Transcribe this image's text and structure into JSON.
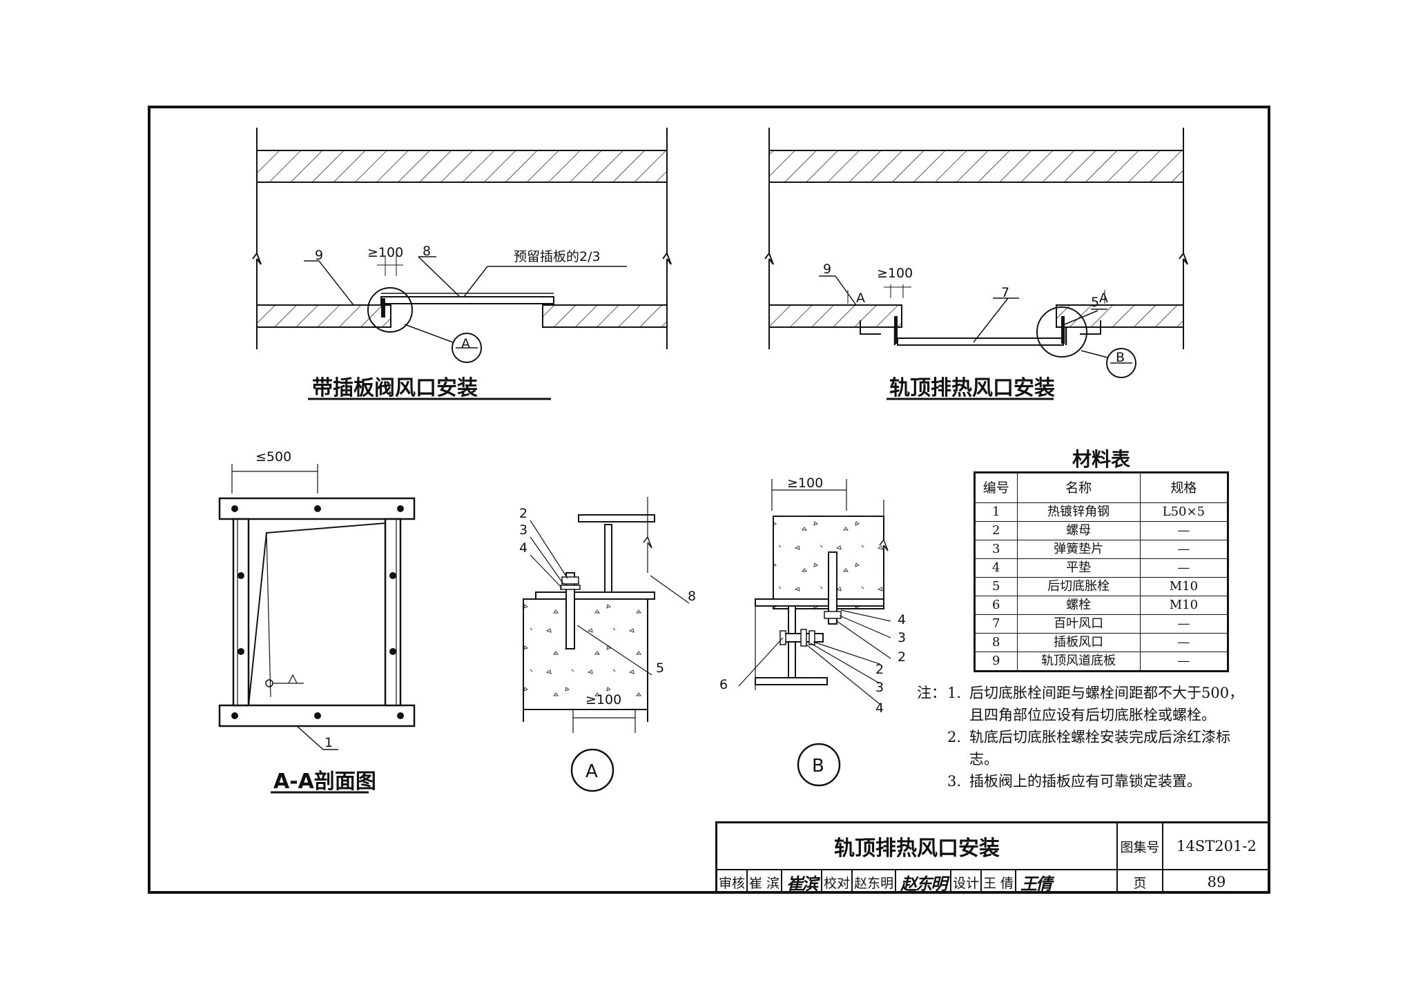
{
  "drawing": {
    "view1": {
      "title": "带插板阀风口安装",
      "dim": "≥100",
      "note": "预留插板的2/3",
      "callout": "A",
      "items": [
        "9",
        "8"
      ]
    },
    "view2": {
      "title": "轨顶排热风口安装",
      "dim": "≥100",
      "section_mark": "A",
      "callout": "B",
      "items": [
        "9",
        "7",
        "5"
      ]
    },
    "section": {
      "title": "A-A剖面图",
      "dim": "≤500",
      "item": "1"
    },
    "detailA": {
      "label": "A",
      "dim": "≥100",
      "items": [
        "2",
        "3",
        "4",
        "8",
        "5"
      ]
    },
    "detailB": {
      "label": "B",
      "dim": "≥100",
      "items": [
        "4",
        "3",
        "2",
        "6",
        "2",
        "3",
        "4"
      ]
    }
  },
  "materials": {
    "title": "材料表",
    "headers": [
      "编号",
      "名称",
      "规格"
    ],
    "rows": [
      [
        "1",
        "热镀锌角钢",
        "L50×5"
      ],
      [
        "2",
        "螺母",
        "—"
      ],
      [
        "3",
        "弹簧垫片",
        "—"
      ],
      [
        "4",
        "平垫",
        "—"
      ],
      [
        "5",
        "后切底胀栓",
        "M10"
      ],
      [
        "6",
        "螺栓",
        "M10"
      ],
      [
        "7",
        "百叶风口",
        "—"
      ],
      [
        "8",
        "插板风口",
        "—"
      ],
      [
        "9",
        "轨顶风道底板",
        "—"
      ]
    ]
  },
  "notes": {
    "lead": "注：",
    "items": [
      {
        "num": "1.",
        "text": "后切底胀栓间距与螺栓间距都不大于500，且四角部位应设有后切底胀栓或螺栓。"
      },
      {
        "num": "2.",
        "text": "轨底后切底胀栓螺栓安装完成后涂红漆标志。"
      },
      {
        "num": "3.",
        "text": "插板阀上的插板应有可靠锁定装置。"
      }
    ]
  },
  "title_block": {
    "title": "轨顶排热风口安装",
    "atlas_label": "图集号",
    "atlas_no": "14ST201-2",
    "page_label": "页",
    "page_no": "89",
    "review_label": "审核",
    "reviewer": "崔 滨",
    "reviewer_sig": "崔滨",
    "check_label": "校对",
    "checker": "赵东明",
    "checker_sig": "赵东明",
    "design_label": "设计",
    "designer": "王 倩",
    "designer_sig": "王倩"
  }
}
